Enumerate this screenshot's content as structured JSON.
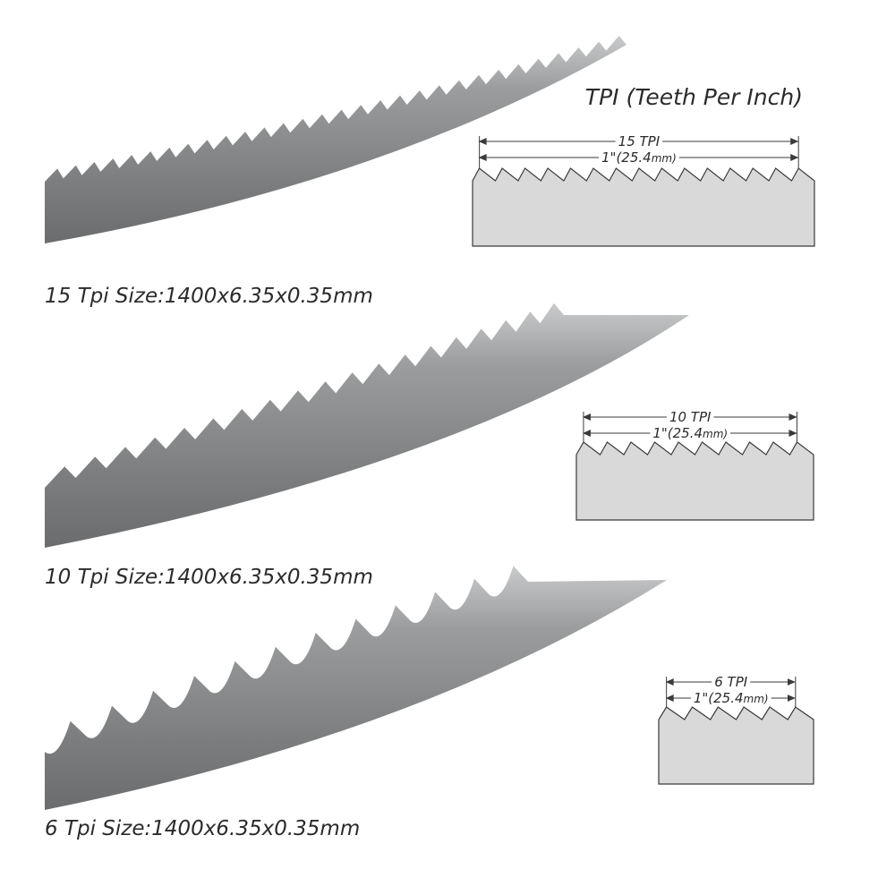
{
  "header": {
    "title": "TPI (Teeth Per Inch)"
  },
  "blades": [
    {
      "id": "15",
      "caption": "15 Tpi Size:1400x6.35x0.35mm",
      "tpi_label": "15 TPI",
      "inch_label": "1\"(25.4",
      "mm_unit": "mm)",
      "teeth_per_inch": 15
    },
    {
      "id": "10",
      "caption": "10 Tpi Size:1400x6.35x0.35mm",
      "tpi_label": "10 TPI",
      "inch_label": "1\"(25.4",
      "mm_unit": "mm)",
      "teeth_per_inch": 10
    },
    {
      "id": "6",
      "caption": "6 Tpi Size:1400x6.35x0.35mm",
      "tpi_label": "6 TPI",
      "inch_label": "1\"(25.4",
      "mm_unit": "mm)",
      "teeth_per_inch": 6
    }
  ],
  "colors": {
    "blade_dark": "#6d6f70",
    "blade_mid": "#8e9091",
    "blade_light": "#b9babb",
    "diagram_fill": "#d9d9d9",
    "diagram_stroke": "#3a3a3a",
    "text": "#2b2b2b"
  }
}
